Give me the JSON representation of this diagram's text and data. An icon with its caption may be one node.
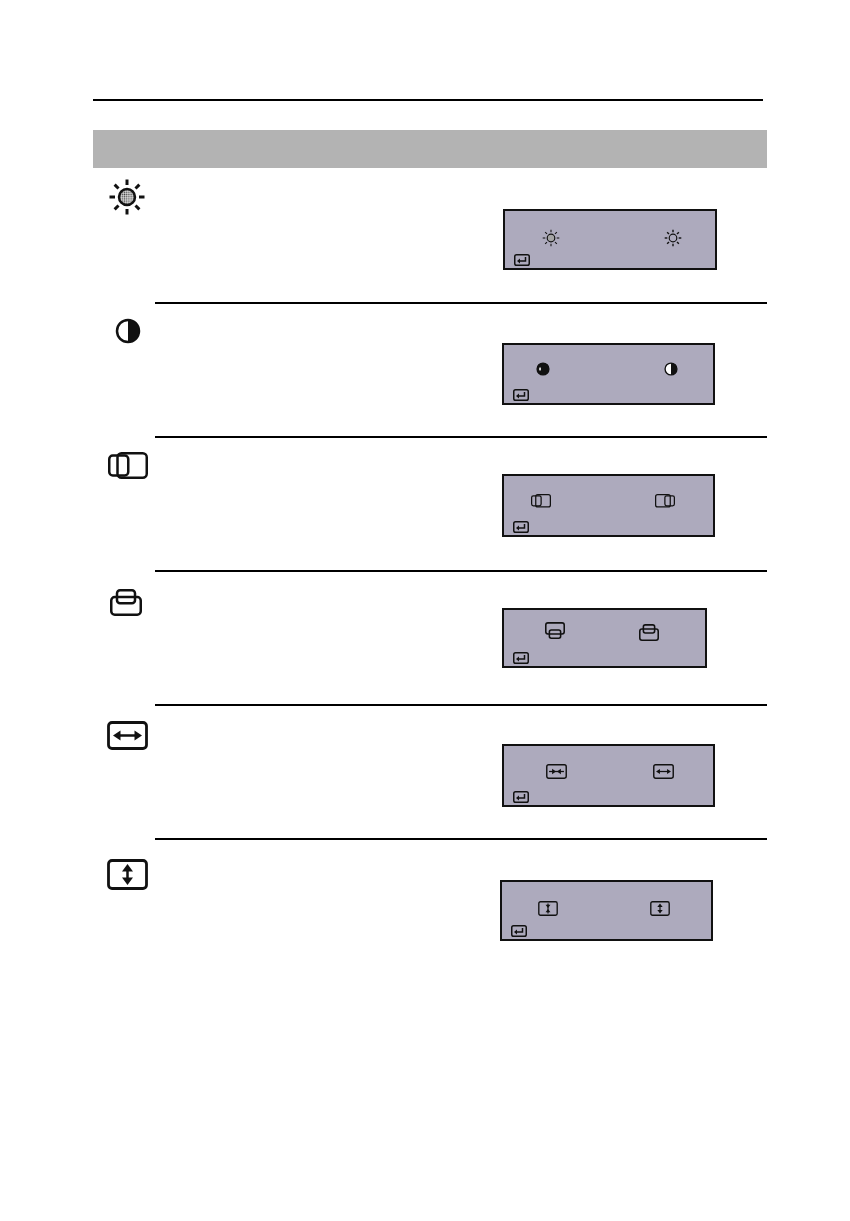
{
  "diagram": {
    "nodes": [
      {
        "text": [],
        "shape": "bar"
      },
      {
        "text": [],
        "shape": "box"
      },
      {
        "text": [],
        "shape": "box"
      },
      {
        "text": [],
        "shape": "box"
      },
      {
        "text": [],
        "shape": "box"
      },
      {
        "text": [],
        "shape": "box"
      },
      {
        "text": [],
        "shape": "box"
      }
    ]
  }
}
